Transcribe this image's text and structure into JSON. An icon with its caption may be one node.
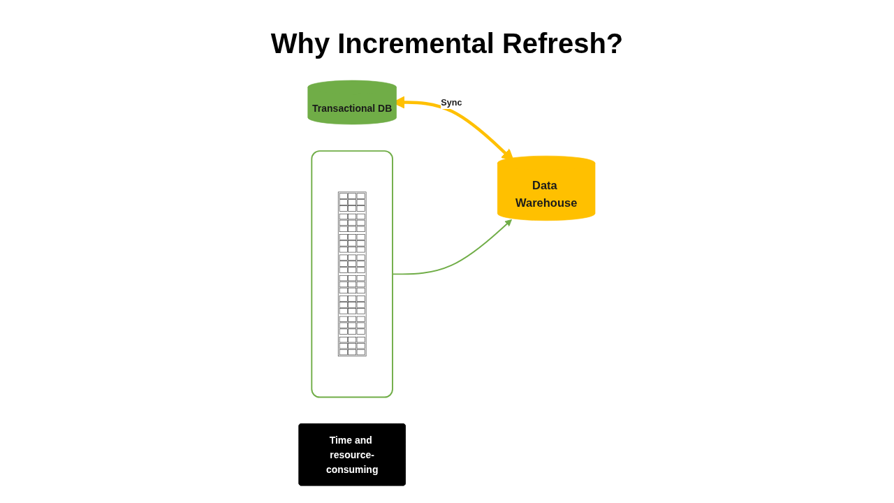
{
  "diagram": {
    "title": "Why Incremental Refresh?",
    "nodes": [
      {
        "text": [
          "Transactional DB"
        ]
      },
      {
        "text": [],
        "shape": "box"
      },
      {
        "text": [],
        "shape": "picture",
        "in": 1
      },
      {
        "text": [
          "Data Warehouse"
        ]
      },
      {
        "text": [
          "Time and resource-consuming"
        ]
      }
    ],
    "edges": [
      {
        "from": 0,
        "to": 3,
        "arrow": "both",
        "label": "Sync",
        "style": "thick",
        "color": "#ffc000"
      },
      {
        "from": 1,
        "to": 3,
        "arrow": "to",
        "color": "#70ad47"
      }
    ]
  }
}
